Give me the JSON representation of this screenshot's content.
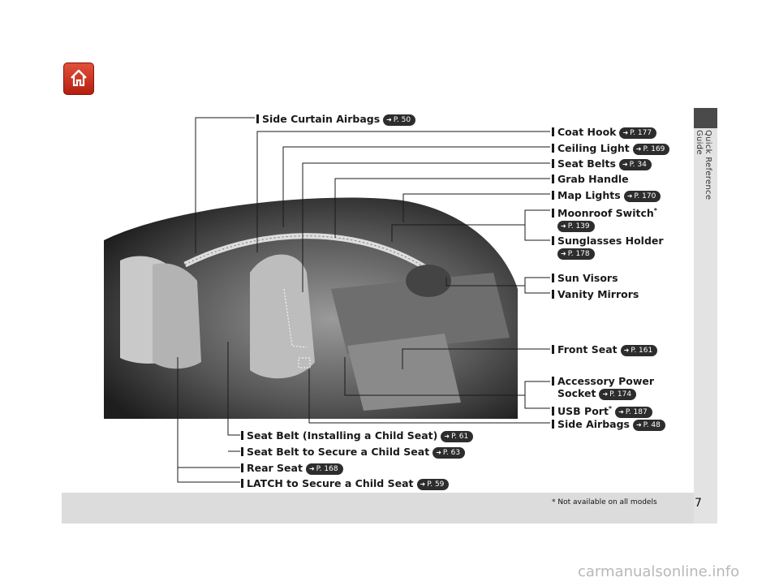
{
  "page": {
    "number": "7",
    "side_label": "Quick Reference Guide",
    "footnote": "* Not available on all models"
  },
  "watermark": "carmanualsonline.info",
  "callouts": {
    "side_curtain_airbags": {
      "label": "Side Curtain Airbags",
      "ref": "P. 50"
    },
    "coat_hook": {
      "label": "Coat Hook",
      "ref": "P. 177"
    },
    "ceiling_light": {
      "label": "Ceiling Light",
      "ref": "P. 169"
    },
    "seat_belts": {
      "label": "Seat Belts",
      "ref": "P. 34"
    },
    "grab_handle": {
      "label": "Grab Handle"
    },
    "map_lights": {
      "label": "Map Lights",
      "ref": "P. 170"
    },
    "moonroof_switch": {
      "label": "Moonroof Switch",
      "mark": "*",
      "ref": "P. 139"
    },
    "sunglasses_holder": {
      "label": "Sunglasses Holder",
      "ref": "P. 178"
    },
    "sun_visors": {
      "label": "Sun Visors"
    },
    "vanity_mirrors": {
      "label": "Vanity Mirrors"
    },
    "front_seat": {
      "label": "Front Seat",
      "ref": "P. 161"
    },
    "accessory_power_socket": {
      "line1": "Accessory Power",
      "line2": "Socket",
      "ref": "P. 174"
    },
    "usb_port": {
      "label": "USB Port",
      "mark": "*",
      "ref": "P. 187"
    },
    "side_airbags": {
      "label": "Side Airbags",
      "ref": "P. 48"
    },
    "seat_belt_child": {
      "label": "Seat Belt (Installing a Child Seat)",
      "ref": "P. 61"
    },
    "seat_belt_secure": {
      "label": "Seat Belt to Secure a Child Seat",
      "ref": "P. 63"
    },
    "rear_seat": {
      "label": "Rear Seat",
      "ref": "P. 168"
    },
    "latch": {
      "label": "LATCH to Secure a Child Seat",
      "ref": "P. 59"
    }
  },
  "icons": {
    "home": "home-icon",
    "page_ref": "arrow-right-icon"
  },
  "colors": {
    "accent_red": "#c8301c",
    "ref_badge": "#2d2d2d",
    "band": "#dcdcdc"
  }
}
